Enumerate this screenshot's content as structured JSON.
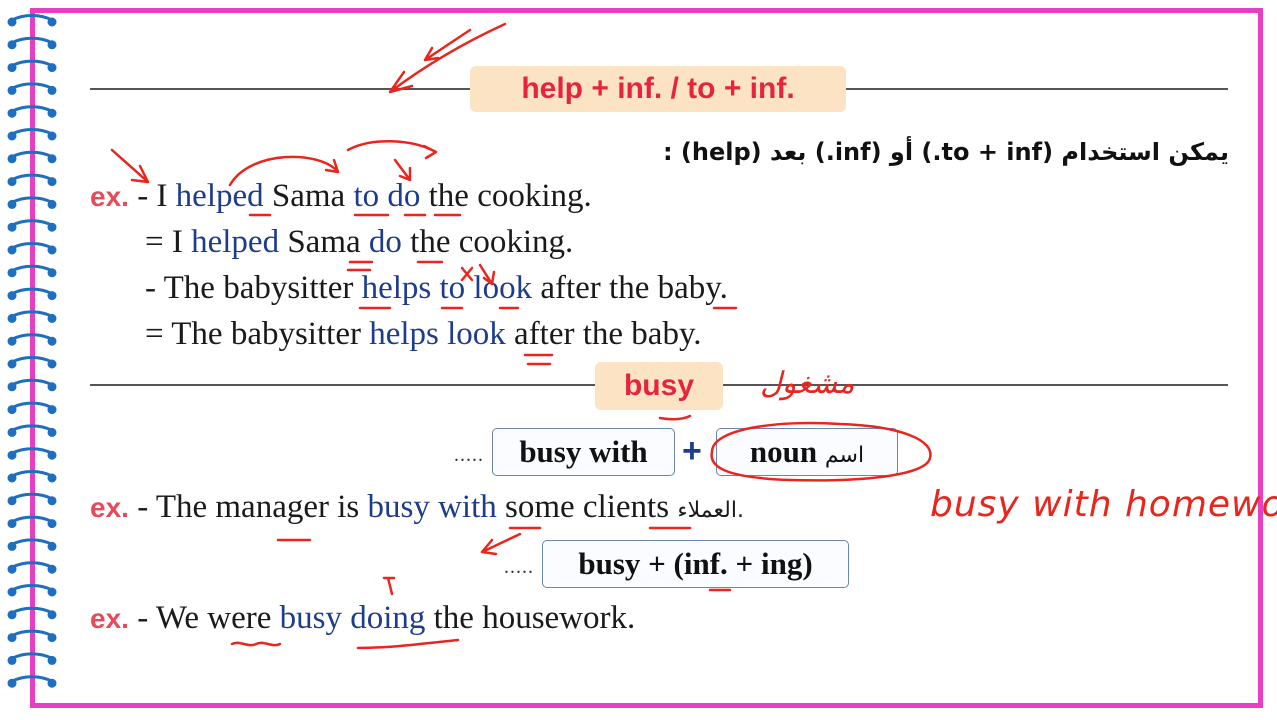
{
  "heading1": "help + inf. / to + inf.",
  "arabic_note": "يمكن استخدام (to + inf.) أو (inf.) بعد (help) :",
  "examples_help": [
    {
      "prefix": "ex.",
      "dash": "- I",
      "w1": "helped",
      "mid": "Sama",
      "w2": "to do",
      "end": "the cooking."
    },
    {
      "dash": "= I",
      "w1": "helped",
      "mid": "Sama",
      "w2": "do",
      "end": "the cooking."
    },
    {
      "dash": "- The babysitter",
      "w1": "helps",
      "w2": "to look",
      "end": "after the baby."
    },
    {
      "dash": "= The babysitter",
      "w1": "helps",
      "w2": "look",
      "end": "after the baby."
    }
  ],
  "heading2": "busy",
  "handwritten_arabic_busy": "مشغول",
  "formula1": {
    "dots": ".....",
    "left": "busy with",
    "plus": "+",
    "right": "noun",
    "right_arabic": "اسم"
  },
  "example_busy_with": {
    "prefix": "ex.",
    "start": "- The manager is",
    "blue": "busy with",
    "end": "some clients",
    "arabic": "العملاء."
  },
  "handwritten_note": "busy with homework",
  "formula2": {
    "dots": ".....",
    "text": "busy + (inf. + ing)"
  },
  "example_busy_doing": {
    "prefix": "ex.",
    "start": "- We were",
    "blue": "busy doing",
    "end": "the housework."
  },
  "colors": {
    "frame": "#e83ec3",
    "heading_bg": "#fbe3c4",
    "heading_text": "#e4253d",
    "blue_text": "#1e3c8c",
    "ink": "#e8261e",
    "spiral": "#1f6fc0"
  }
}
